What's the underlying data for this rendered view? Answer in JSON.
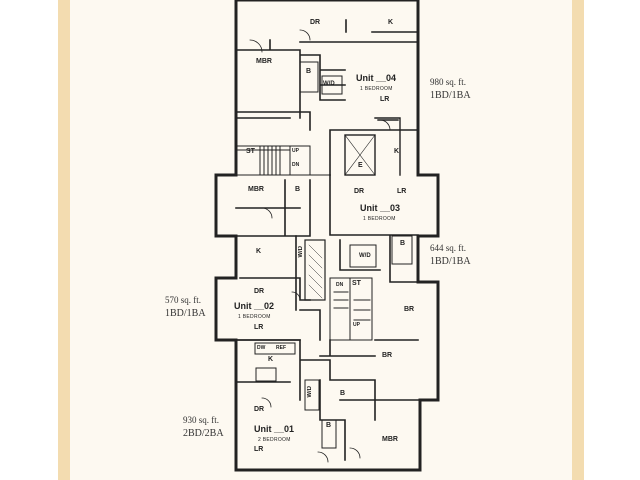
{
  "units": {
    "u01": {
      "title": "Unit __01",
      "subtitle": "2 BEDROOM",
      "sqft": "930 sq. ft.",
      "type": "2BD/2BA"
    },
    "u02": {
      "title": "Unit __02",
      "subtitle": "1 BEDROOM",
      "sqft": "570 sq. ft.",
      "type": "1BD/1BA"
    },
    "u03": {
      "title": "Unit __03",
      "subtitle": "1 BEDROOM",
      "sqft": "644 sq. ft.",
      "type": "1BD/1BA"
    },
    "u04": {
      "title": "Unit __04",
      "subtitle": "1 BEDROOM",
      "sqft": "980 sq. ft.",
      "type": "1BD/1BA"
    }
  },
  "rooms": {
    "u04_dr": "DR",
    "u04_k": "K",
    "u04_mbr": "MBR",
    "u04_b": "B",
    "u04_wd": "W/D",
    "u04_lr": "LR",
    "st_top": "ST",
    "up_top": "UP",
    "dn_top": "DN",
    "u03_e": "E",
    "u03_k": "K",
    "u03_mbr": "MBR",
    "u03_b1": "B",
    "u03_dr": "DR",
    "u03_lr": "LR",
    "u03_b2": "B",
    "u03_wd": "W/D",
    "u03_br": "BR",
    "u02_k": "K",
    "u02_wd": "W/D",
    "u02_dr": "DR",
    "u02_lr": "LR",
    "st_mid": "ST",
    "dn_mid": "DN",
    "up_mid": "UP",
    "u01_dw": "DW",
    "u01_ref": "REF",
    "u01_k": "K",
    "u01_wd": "W/D",
    "u01_dr": "DR",
    "u01_lr": "LR",
    "u01_b1": "B",
    "u01_b2": "B",
    "u01_br": "BR",
    "u01_mbr": "MBR"
  },
  "colors": {
    "frame": "#f3dcb0",
    "paper": "#fdf9f1",
    "wall": "#222222",
    "text": "#333333"
  }
}
